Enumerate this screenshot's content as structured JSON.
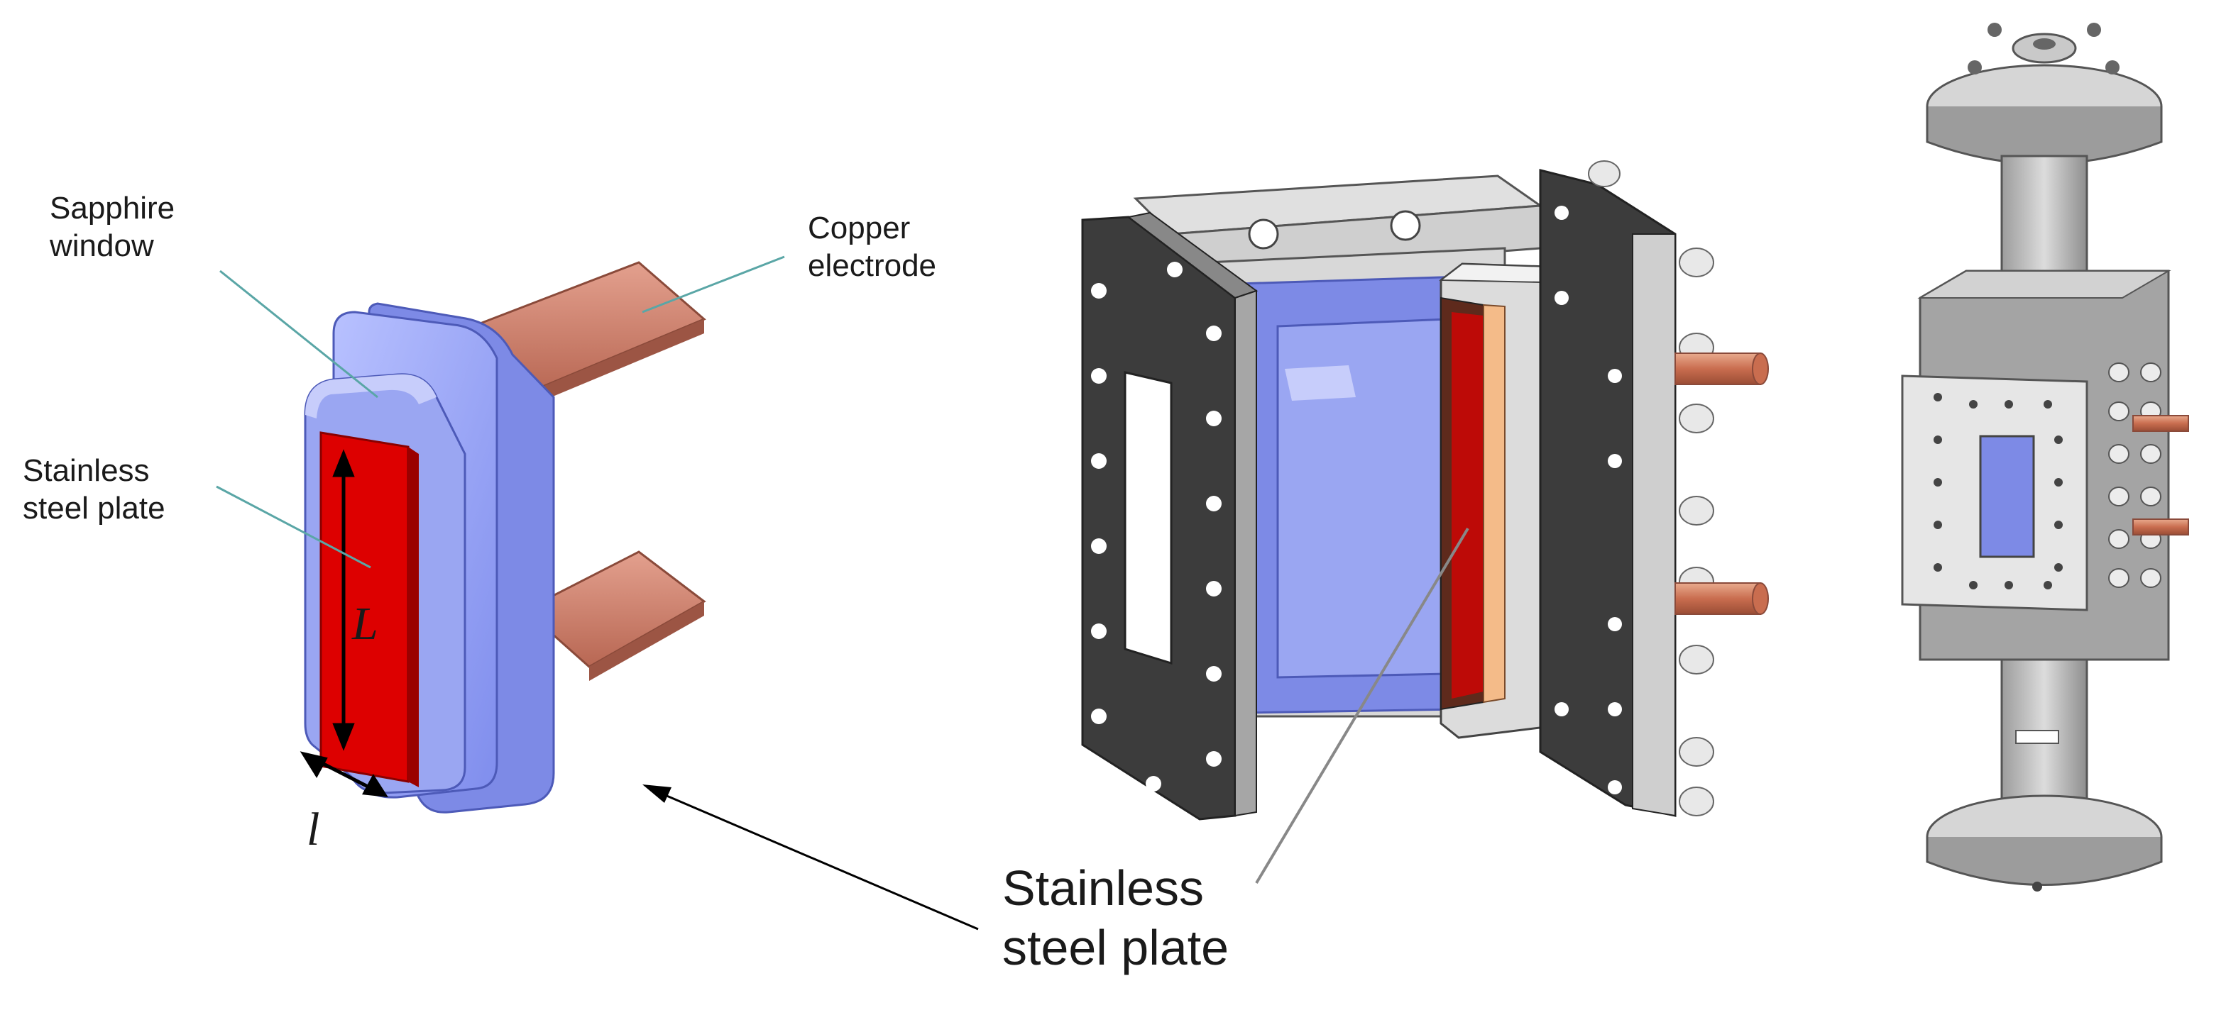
{
  "labels": {
    "sapphire_line1": "Sapphire",
    "sapphire_line2": "window",
    "copper_line1": "Copper",
    "copper_line2": "electrode",
    "stainless_small_line1": "Stainless",
    "stainless_small_line2": "steel plate",
    "dim_length": "L",
    "dim_width": "l",
    "stainless_large_line1": "Stainless",
    "stainless_large_line2": "steel plate"
  },
  "colors": {
    "sapphire": "#9aa6f2",
    "sapphire_dark": "#6f7fe0",
    "plate_red": "#dd0000",
    "copper": "#d37f6b",
    "housing_gray": "#c8c8c8",
    "flange_dark": "#3a3a3a",
    "leader_teal": "#5aa6a6"
  }
}
